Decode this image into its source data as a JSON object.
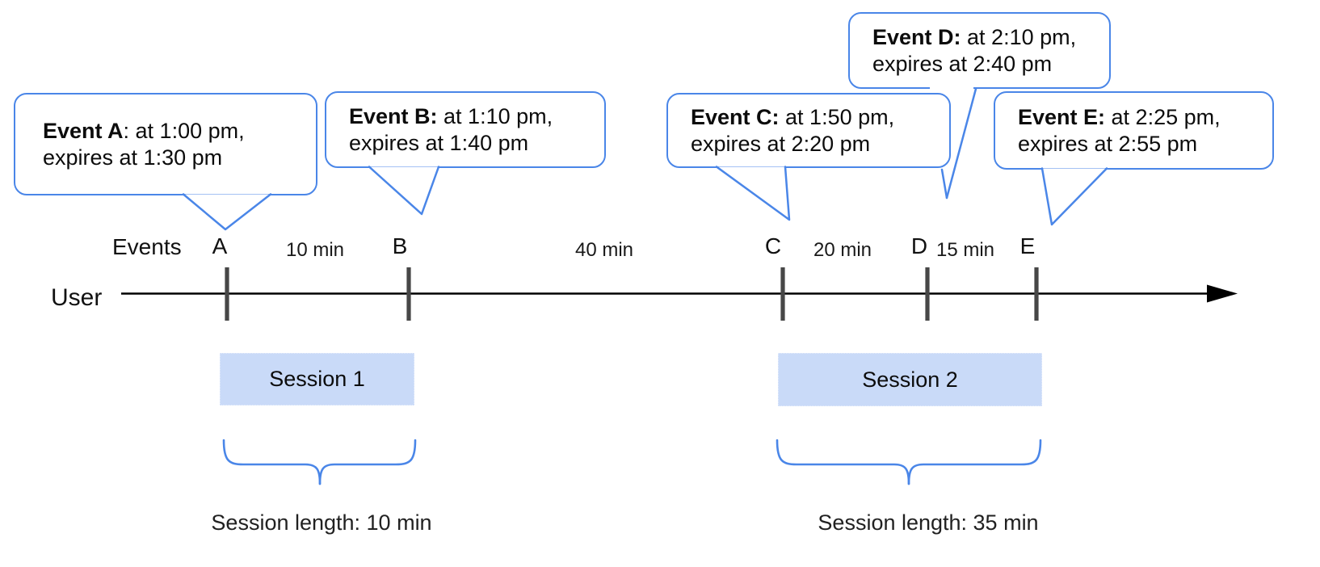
{
  "colors": {
    "accent_blue": "#4a86e8",
    "session_bar_fill": "#c9daf8",
    "tick_gray": "#474747",
    "axis_black": "#000000"
  },
  "timeline": {
    "user_label": "User",
    "events_label": "Events"
  },
  "events": [
    {
      "label": "A",
      "bold": "Event A",
      "rest": ": at 1:00 pm,",
      "line2": "expires at 1:30 pm"
    },
    {
      "label": "B",
      "bold": "Event B:",
      "rest": " at 1:10 pm,",
      "line2": "expires at 1:40 pm"
    },
    {
      "label": "C",
      "bold": "Event C:",
      "rest": " at 1:50 pm,",
      "line2": "expires at 2:20 pm"
    },
    {
      "label": "D",
      "bold": "Event D:",
      "rest": " at 2:10 pm,",
      "line2": "expires at 2:40 pm"
    },
    {
      "label": "E",
      "bold": "Event E:",
      "rest": " at 2:25 pm,",
      "line2": "expires at 2:55 pm"
    }
  ],
  "gaps": [
    {
      "label": "10 min"
    },
    {
      "label": "40 min"
    },
    {
      "label": "20 min"
    },
    {
      "label": "15 min"
    }
  ],
  "sessions": [
    {
      "label": "Session 1",
      "length_label": "Session length: 10 min"
    },
    {
      "label": "Session 2",
      "length_label": "Session length: 35 min"
    }
  ]
}
